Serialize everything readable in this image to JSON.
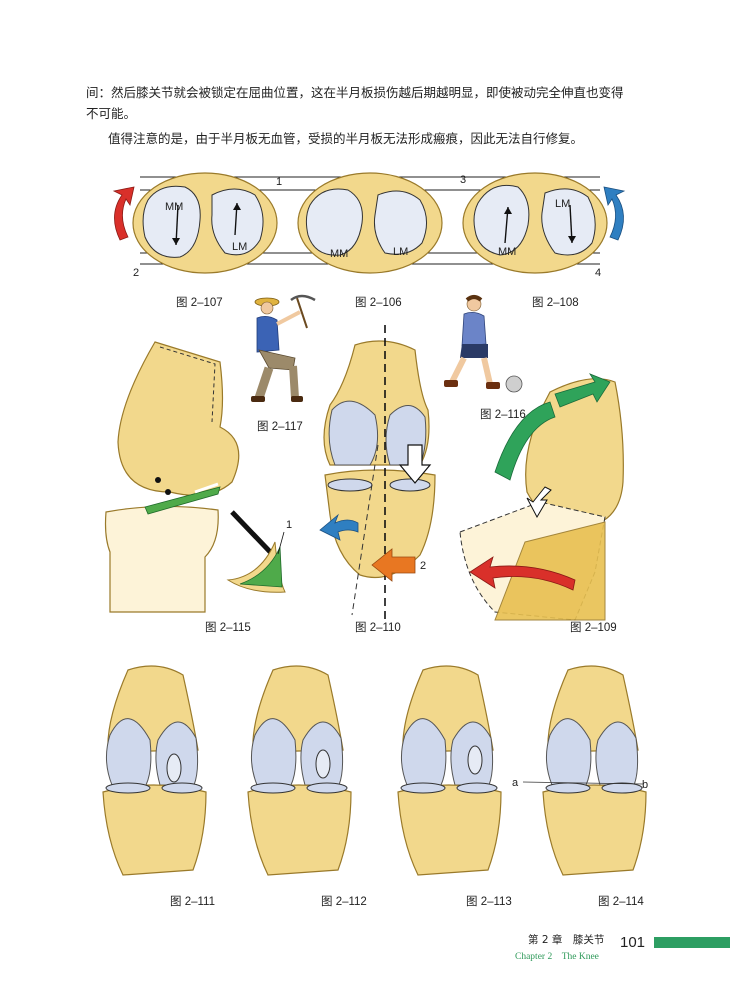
{
  "body_text": {
    "para1_line1": "间：然后膝关节就会被锁定在屈曲位置，这在半月板损伤越后期越明显，即使被动完全伸直也变得",
    "para1_line2": "不可能。",
    "para2": "值得注意的是，由于半月板无血管，受损的半月板无法形成瘢痕，因此无法自行修复。"
  },
  "figures": {
    "f107": {
      "caption": "图 2–107",
      "label_mm": "MM",
      "label_lm": "LM",
      "marker": "2"
    },
    "f106": {
      "caption": "图 2–106",
      "label_mm": "MM",
      "label_lm": "LM",
      "marker": "1"
    },
    "f108": {
      "caption": "图 2–108",
      "label_mm": "MM",
      "label_lm": "LM",
      "marker_top": "3",
      "marker_bottom": "4"
    },
    "f117": {
      "caption": "图 2–117"
    },
    "f116": {
      "caption": "图 2–116"
    },
    "f115": {
      "caption": "图 2–115",
      "marker": "1"
    },
    "f110": {
      "caption": "图 2–110",
      "marker": "2"
    },
    "f109": {
      "caption": "图 2–109"
    },
    "f111": {
      "caption": "图 2–111"
    },
    "f112": {
      "caption": "图 2–112"
    },
    "f113": {
      "caption": "图 2–113"
    },
    "f114": {
      "caption": "图 2–114",
      "label_a": "a",
      "label_b": "b"
    }
  },
  "footer": {
    "chapter_cn": "第 2 章　膝关节",
    "chapter_en": "Chapter 2　The Knee",
    "page_number": "101"
  },
  "colors": {
    "bone": "#f2d88c",
    "bone_edge": "#c79a3a",
    "cartilage": "#cfd8ec",
    "red_arrow": "#d9302a",
    "blue_arrow": "#2f7fc1",
    "green_arrow": "#2fa35a",
    "orange_arrow": "#e87722",
    "footer_bar": "#2d9e62"
  }
}
